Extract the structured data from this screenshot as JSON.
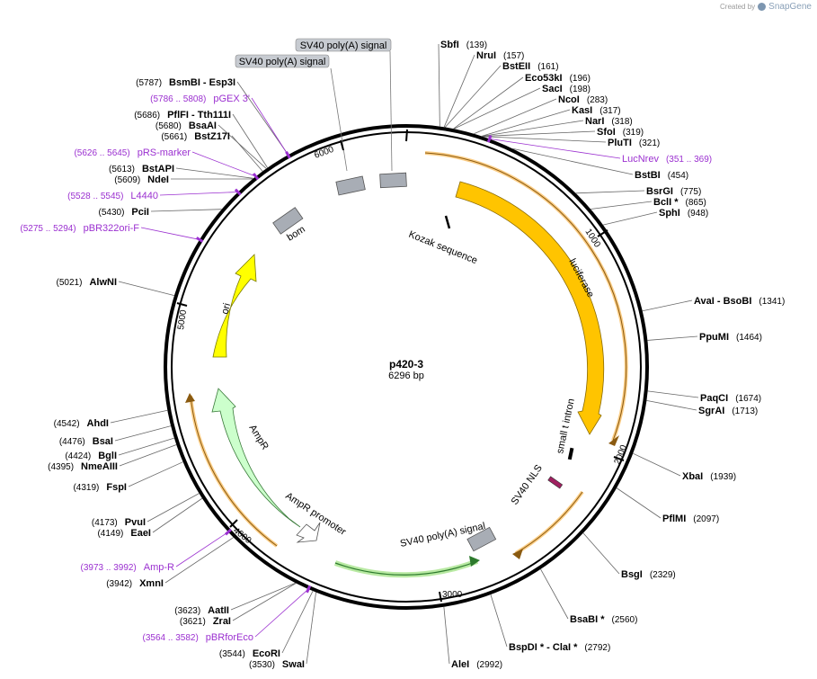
{
  "watermark": {
    "prefix": "Created by",
    "brand": "SnapGene"
  },
  "plasmid": {
    "name": "p420-3",
    "length_label": "6296 bp",
    "length": 6296
  },
  "colors": {
    "feature_yellow": "#ffc400",
    "ori_yellow": "#ffff00",
    "ampr_green": "#ccffcc",
    "misc_grey": "#a8adb5",
    "primer_purple": "#9b30d0",
    "highlight_orange": "#f7a420",
    "nls_purple": "#a02060"
  },
  "ticks": [
    {
      "label": "1000"
    },
    {
      "label": "2000"
    },
    {
      "label": "3000"
    },
    {
      "label": "4000"
    },
    {
      "label": "5000"
    },
    {
      "label": "6000"
    }
  ],
  "features": [
    {
      "name": "luciferase",
      "type": "arrow",
      "color": "#ffc400"
    },
    {
      "name": "ori",
      "type": "arrow",
      "color": "#ffff00"
    },
    {
      "name": "AmpR",
      "type": "arrow",
      "color": "#ccffcc"
    },
    {
      "name": "AmpR promoter",
      "type": "arrow",
      "color": "#ffffff"
    },
    {
      "name": "bom",
      "type": "box",
      "color": "#a8adb5"
    },
    {
      "name": "Kozak sequence",
      "type": "box",
      "color": "#ffffff"
    },
    {
      "name": "small t intron",
      "type": "box",
      "color": "#ffffff"
    },
    {
      "name": "SV40 NLS",
      "type": "box",
      "color": "#a02060"
    },
    {
      "name": "SV40 poly(A) signal",
      "type": "box",
      "color": "#a8adb5"
    }
  ],
  "callouts": [
    {
      "name": "SV40 poly(A) signal"
    },
    {
      "name": "SV40 poly(A) signal"
    }
  ],
  "sites_right": [
    {
      "name": "SbfI",
      "pos": "(139)"
    },
    {
      "name": "NruI",
      "pos": "(157)"
    },
    {
      "name": "BstEII",
      "pos": "(161)"
    },
    {
      "name": "Eco53kI",
      "pos": "(196)"
    },
    {
      "name": "SacI",
      "pos": "(198)"
    },
    {
      "name": "NcoI",
      "pos": "(283)"
    },
    {
      "name": "KasI",
      "pos": "(317)"
    },
    {
      "name": "NarI",
      "pos": "(318)"
    },
    {
      "name": "SfoI",
      "pos": "(319)"
    },
    {
      "name": "PluTI",
      "pos": "(321)"
    },
    {
      "name": "LucNrev",
      "pos": "(351 .. 369)",
      "primer": true
    },
    {
      "name": "BstBI",
      "pos": "(454)"
    },
    {
      "name": "BsrGI",
      "pos": "(775)"
    },
    {
      "name": "BclI *",
      "pos": "(865)"
    },
    {
      "name": "SphI",
      "pos": "(948)"
    },
    {
      "name": "AvaI - BsoBI",
      "pos": "(1341)"
    },
    {
      "name": "PpuMI",
      "pos": "(1464)"
    },
    {
      "name": "PaqCI",
      "pos": "(1674)"
    },
    {
      "name": "SgrAI",
      "pos": "(1713)"
    },
    {
      "name": "XbaI",
      "pos": "(1939)"
    },
    {
      "name": "PflMI",
      "pos": "(2097)"
    },
    {
      "name": "BsgI",
      "pos": "(2329)"
    },
    {
      "name": "BsaBI *",
      "pos": "(2560)"
    },
    {
      "name": "BspDI * - ClaI *",
      "pos": "(2792)"
    },
    {
      "name": "AleI",
      "pos": "(2992)"
    }
  ],
  "sites_left": [
    {
      "name": "BsmBI - Esp3I",
      "pos": "(5787)"
    },
    {
      "name": "pGEX 3'",
      "pos": "(5786 .. 5808)",
      "primer": true
    },
    {
      "name": "PflFI - Tth111I",
      "pos": "(5686)"
    },
    {
      "name": "BsaAI",
      "pos": "(5680)"
    },
    {
      "name": "BstZ17I",
      "pos": "(5661)"
    },
    {
      "name": "pRS-marker",
      "pos": "(5626 .. 5645)",
      "primer": true
    },
    {
      "name": "BstAPI",
      "pos": "(5613)"
    },
    {
      "name": "NdeI",
      "pos": "(5609)"
    },
    {
      "name": "L4440",
      "pos": "(5528 .. 5545)",
      "primer": true
    },
    {
      "name": "PciI",
      "pos": "(5430)"
    },
    {
      "name": "pBR322ori-F",
      "pos": "(5275 .. 5294)",
      "primer": true
    },
    {
      "name": "AlwNI",
      "pos": "(5021)"
    },
    {
      "name": "AhdI",
      "pos": "(4542)"
    },
    {
      "name": "BsaI",
      "pos": "(4476)"
    },
    {
      "name": "BglI",
      "pos": "(4424)"
    },
    {
      "name": "NmeAIII",
      "pos": "(4395)"
    },
    {
      "name": "FspI",
      "pos": "(4319)"
    },
    {
      "name": "PvuI",
      "pos": "(4173)"
    },
    {
      "name": "EaeI",
      "pos": "(4149)"
    },
    {
      "name": "Amp-R",
      "pos": "(3973 .. 3992)",
      "primer": true
    },
    {
      "name": "XmnI",
      "pos": "(3942)"
    },
    {
      "name": "AatII",
      "pos": "(3623)"
    },
    {
      "name": "ZraI",
      "pos": "(3621)"
    },
    {
      "name": "pBRforEco",
      "pos": "(3564 .. 3582)",
      "primer": true
    },
    {
      "name": "EcoRI",
      "pos": "(3544)"
    },
    {
      "name": "SwaI",
      "pos": "(3530)"
    }
  ]
}
